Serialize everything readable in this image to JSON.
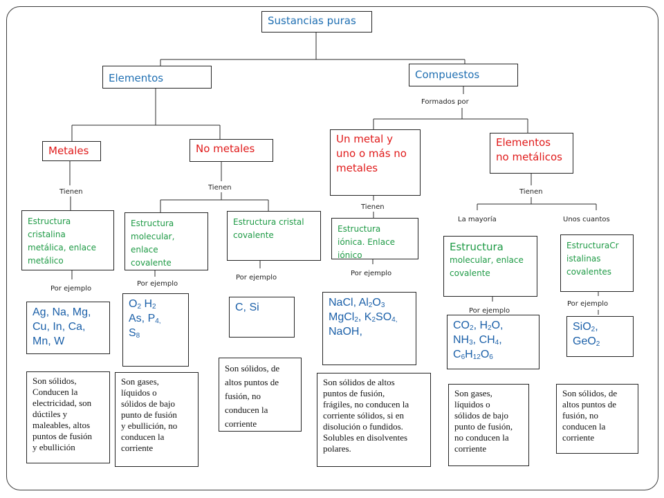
{
  "diagram": {
    "root": "Sustancias puras",
    "level1": {
      "elementos": "Elementos",
      "compuestos": "Compuestos"
    },
    "level2": {
      "metales": "Metales",
      "no_metales": "No metales",
      "un_metal": [
        "Un metal y",
        "uno o más no",
        "metales"
      ],
      "elementos_no_metalicos": [
        "Elementos",
        "no metálicos"
      ]
    },
    "connectors": {
      "formados_por": "Formados por",
      "tienen_1": "Tienen",
      "tienen_2": "Tienen",
      "tienen_3": "Tienen",
      "tienen_4": "Tienen",
      "la_mayoria": "La mayoría",
      "unos_cuantos": "Unos cuantos",
      "por_ejemplo_1": "Por ejemplo",
      "por_ejemplo_2": "Por ejemplo",
      "por_ejemplo_3": "Por ejemplo",
      "por_ejemplo_4": "Por ejemplo",
      "por_ejemplo_5": "Por ejemplo",
      "por_ejemplo_6": "Por ejemplo"
    },
    "structures": {
      "metalica": [
        "Estructura",
        "cristalina",
        "metálica, enlace",
        "metálico"
      ],
      "molecular_no_metales": [
        "Estructura",
        "molecular,",
        "enlace",
        "covalente"
      ],
      "cristal_covalente": [
        "Estructura cristal",
        "covalente"
      ],
      "ionica": [
        "Estructura",
        "iónica. Enlace",
        "iónico"
      ],
      "molecular_compuestos": [
        "Estructura",
        "molecular, enlace",
        "covalente"
      ],
      "cristalinas_covalentes": [
        "EstructuraCr",
        "istalinas",
        "covalentes"
      ]
    },
    "examples": {
      "metales": [
        "Ag, Na, Mg,",
        "Cu, In, Ca,",
        "Mn, W"
      ],
      "moleculares": [
        [
          {
            "t": "O"
          },
          {
            "t": "2",
            "s": true
          },
          {
            "t": "  H"
          },
          {
            "t": "2",
            "s": true
          }
        ],
        [
          {
            "t": "As, P"
          },
          {
            "t": "4,",
            "s": true
          }
        ],
        [
          {
            "t": "S"
          },
          {
            "t": "8",
            "s": true
          }
        ]
      ],
      "covalentes": [
        "C, Si"
      ],
      "ionicos": [
        [
          {
            "t": "NaCl, Al"
          },
          {
            "t": "2",
            "s": true
          },
          {
            "t": "O"
          },
          {
            "t": "3",
            "s": true
          }
        ],
        [
          {
            "t": "MgCl"
          },
          {
            "t": "2",
            "s": true
          },
          {
            "t": ", K"
          },
          {
            "t": "2",
            "s": true
          },
          {
            "t": "SO"
          },
          {
            "t": "4,",
            "s": true
          }
        ],
        [
          {
            "t": "NaOH,"
          }
        ]
      ],
      "compuestos_moleculares": [
        [
          {
            "t": "CO"
          },
          {
            "t": "2",
            "s": true
          },
          {
            "t": ", H"
          },
          {
            "t": "2",
            "s": true
          },
          {
            "t": "O,"
          }
        ],
        [
          {
            "t": "NH"
          },
          {
            "t": "3",
            "s": true
          },
          {
            "t": ", CH"
          },
          {
            "t": "4",
            "s": true
          },
          {
            "t": ","
          }
        ],
        [
          {
            "t": "C"
          },
          {
            "t": "6",
            "s": true
          },
          {
            "t": "H"
          },
          {
            "t": "12",
            "s": true
          },
          {
            "t": "O"
          },
          {
            "t": "6",
            "s": true
          }
        ]
      ],
      "compuestos_covalentes": [
        [
          {
            "t": "SiO"
          },
          {
            "t": "2",
            "s": true
          },
          {
            "t": ","
          }
        ],
        [
          {
            "t": "GeO"
          },
          {
            "t": "2",
            "s": true
          }
        ]
      ]
    },
    "properties": {
      "metales": [
        "Son sólidos,",
        "Conducen la",
        "electricidad, son",
        "dúctiles y",
        "maleables, altos",
        "puntos de fusión",
        "y ebullición"
      ],
      "moleculares": [
        "Son gases,",
        "líquidos o",
        "sólidos de bajo",
        "punto de fusión",
        "y ebullición, no",
        "conducen la",
        "corriente"
      ],
      "covalentes": [
        "Son sólidos, de",
        "altos puntos de",
        "fusión, no",
        "conducen la",
        "corriente"
      ],
      "ionicos": [
        "Son sólidos de altos",
        "puntos de fusión,",
        "frágiles, no conducen la",
        "corriente sólidos, si en",
        "disolución o fundidos.",
        "Solubles en disolventes",
        "polares."
      ],
      "compuestos_moleculares": [
        "Son gases,",
        "líquidos o",
        "sólidos de bajo",
        "punto de fusión,",
        "no conducen la",
        "corriente"
      ],
      "compuestos_covalentes": [
        "Son sólidos, de",
        "altos puntos de",
        "fusión, no",
        "conducen la",
        "corriente"
      ]
    }
  }
}
